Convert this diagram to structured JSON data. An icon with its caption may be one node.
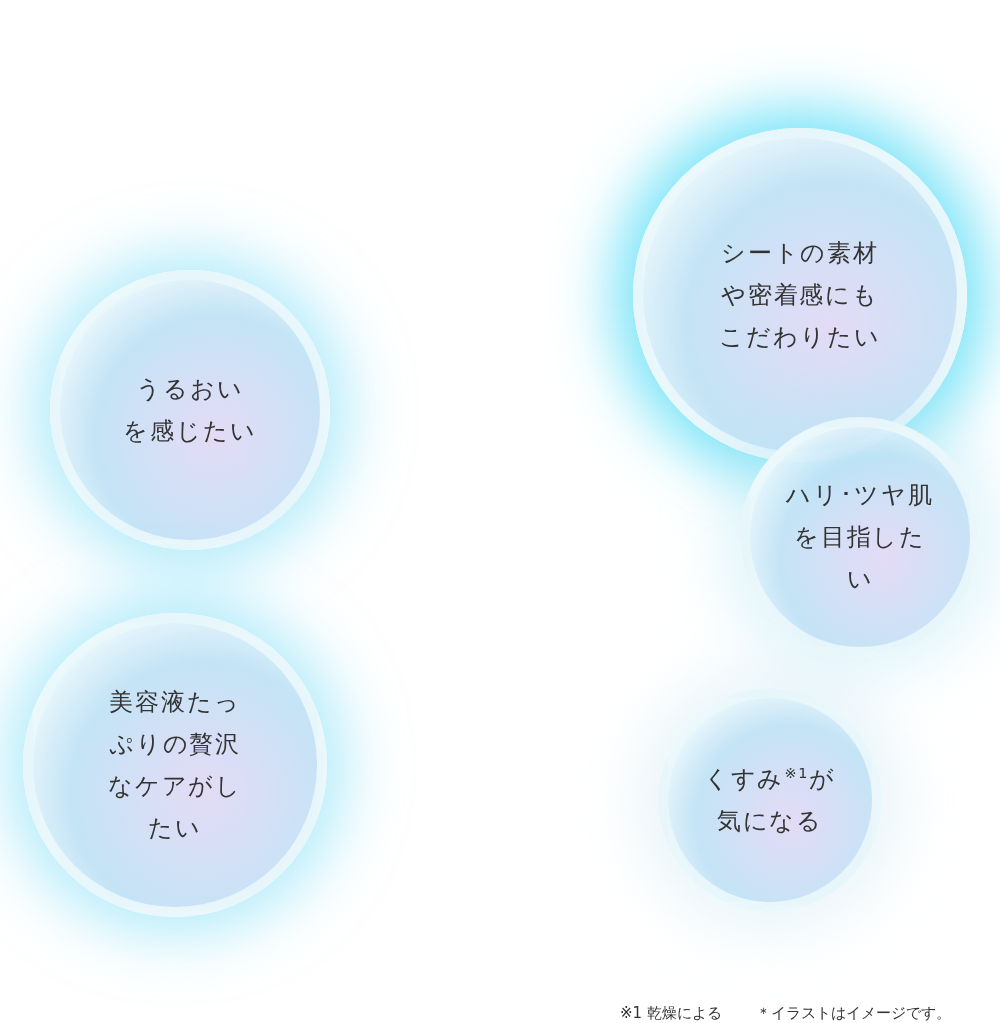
{
  "diagram": {
    "nodes": [
      {
        "text": [
          "うるおいを感じたい"
        ]
      },
      {
        "text": [
          "シートの素材や密着感にもこだわりたい"
        ]
      },
      {
        "text": [
          "ハリ･ツヤ肌を目指したい"
        ]
      },
      {
        "text": [
          "美容液たっぷりの贅沢なケアがしたい"
        ]
      },
      {
        "text": [
          "くすみ$^{※1}$が気になる"
        ]
      }
    ],
    "labels": [
      "※1 乾燥による",
      "＊イラストはイメージです。"
    ]
  }
}
